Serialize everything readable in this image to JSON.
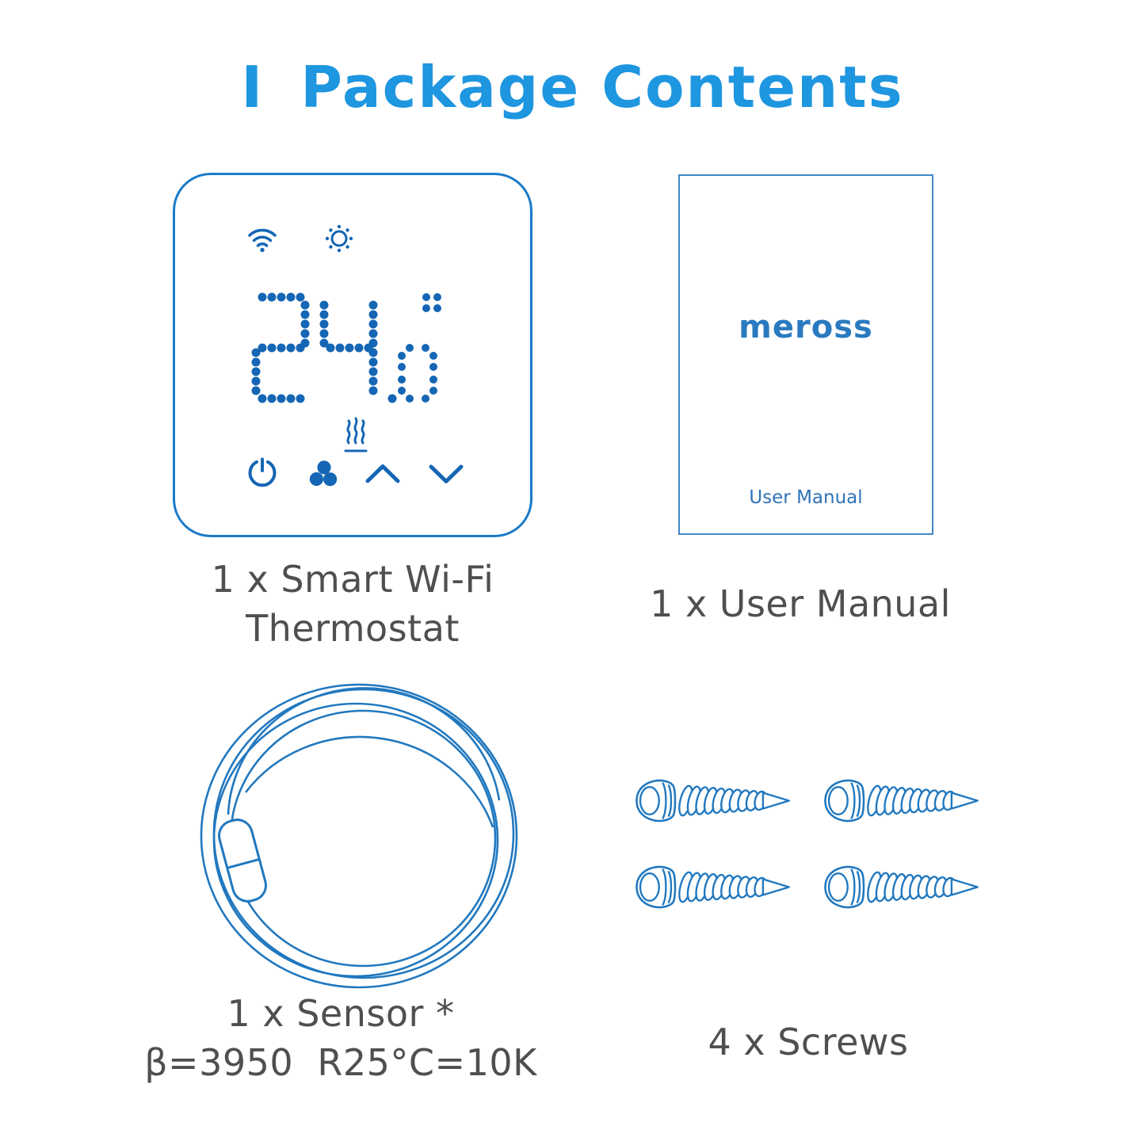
{
  "title": {
    "marker": "I",
    "text": "Package Contents"
  },
  "thermostat": {
    "display_value": "24.0",
    "has_degree_mark": true,
    "status_icons": [
      "wifi-signal",
      "sun"
    ],
    "mode_icon": "heating-steam",
    "touch_buttons": [
      "power",
      "fan",
      "up",
      "down"
    ],
    "caption_line1": "1 x Smart Wi-Fi",
    "caption_line2": "Thermostat"
  },
  "manual": {
    "brand": "meross",
    "label": "User Manual",
    "caption": "1 x User Manual"
  },
  "sensor": {
    "caption_line1": "1 x Sensor *",
    "caption_line2": "β=3950  R25°C=10K"
  },
  "screws": {
    "count": 4,
    "caption": "4 x Screws"
  },
  "colors": {
    "accent_blue": "#1E96E0",
    "device_line": "#1B7AC8",
    "ink_blue": "#1566B4",
    "diagram_blue": "#2178BF",
    "brand_blue": "#2A7ABF",
    "manual_text": "#2F73B7",
    "manual_line": "#4187C5",
    "caption_gray": "#4F4F4F"
  }
}
